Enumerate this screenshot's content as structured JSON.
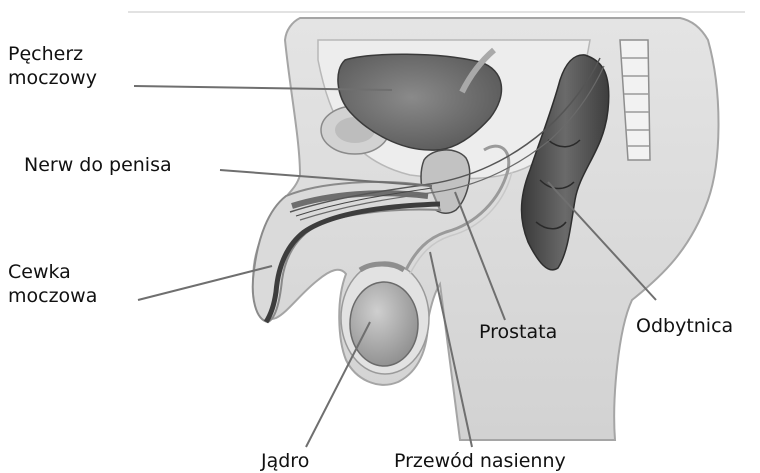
{
  "labels": {
    "bladder": [
      "Pęcherz",
      "moczowy"
    ],
    "nerve": "Nerw do penisa",
    "urethra": [
      "Cewka",
      "moczowa"
    ],
    "prostate": "Prostata",
    "rectum": "Odbytnica",
    "testis": "Jądro",
    "vas_deferens": "Przewód nasienny"
  }
}
